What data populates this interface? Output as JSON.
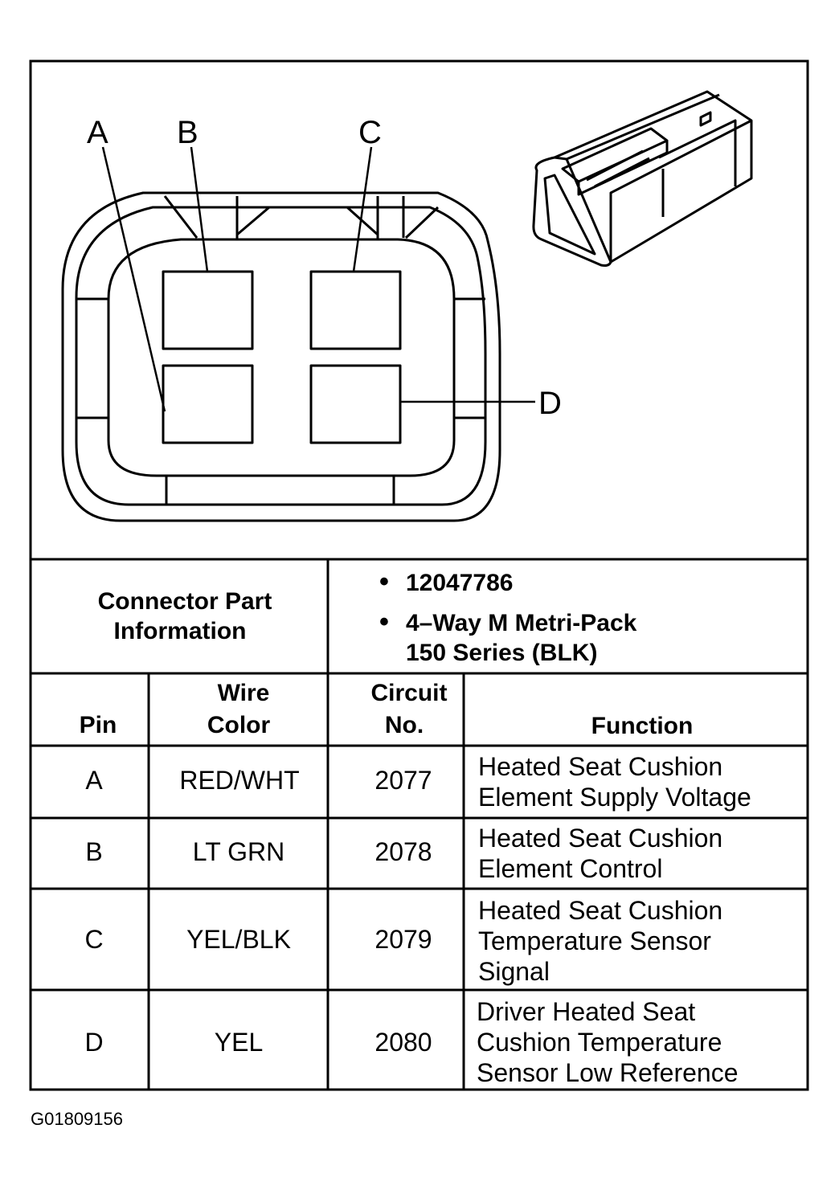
{
  "diagram": {
    "pin_letters": [
      "A",
      "B",
      "C",
      "D"
    ]
  },
  "part_info": {
    "label_lines": [
      "Connector Part",
      "Information"
    ],
    "part_number": "12047786",
    "description_lines": [
      "4–Way M Metri-Pack",
      "150 Series (BLK)"
    ]
  },
  "table": {
    "headers": {
      "pin": "Pin",
      "wire_color": [
        "Wire",
        "Color"
      ],
      "circuit": [
        "Circuit",
        "No."
      ],
      "function": "Function"
    },
    "rows": [
      {
        "pin": "A",
        "wire_color": "RED/WHT",
        "circuit": "2077",
        "function": [
          "Heated Seat Cushion",
          "Element Supply Voltage"
        ]
      },
      {
        "pin": "B",
        "wire_color": "LT GRN",
        "circuit": "2078",
        "function": [
          "Heated Seat Cushion",
          "Element Control"
        ]
      },
      {
        "pin": "C",
        "wire_color": "YEL/BLK",
        "circuit": "2079",
        "function": [
          "Heated Seat Cushion",
          "Temperature Sensor",
          "Signal"
        ]
      },
      {
        "pin": "D",
        "wire_color": "YEL",
        "circuit": "2080",
        "function": [
          "Driver Heated Seat",
          "Cushion Temperature",
          "Sensor Low Reference"
        ]
      }
    ]
  },
  "figure_id": "G01809156"
}
